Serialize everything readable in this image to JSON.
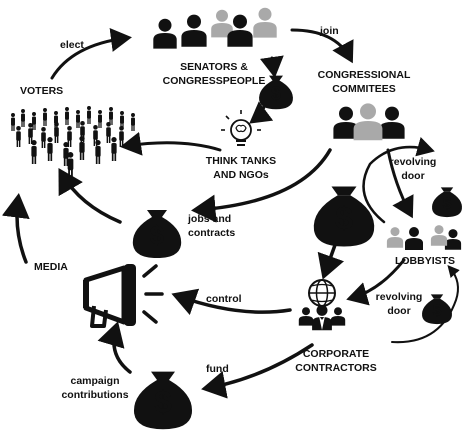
{
  "nodes": {
    "voters": "VOTERS",
    "senators_line1": "SENATORS &",
    "senators_line2": "CONGRESSPEOPLE",
    "committees_line1": "CONGRESSIONAL",
    "committees_line2": "COMMITEES",
    "think_tanks_line1": "THINK TANKS",
    "think_tanks_line2": "AND NGOs",
    "lobbyists": "LOBBYISTS",
    "media": "MEDIA",
    "contractors_line1": "CORPORATE",
    "contractors_line2": "CONTRACTORS"
  },
  "edges": {
    "elect": "elect",
    "join": "join",
    "revolving_door_top_1": "revolving",
    "revolving_door_top_2": "door",
    "revolving_door_bottom_1": "revolving",
    "revolving_door_bottom_2": "door",
    "jobs_1": "jobs and",
    "jobs_2": "contracts",
    "control": "control",
    "fund": "fund",
    "campaign_1": "campaign",
    "campaign_2": "contributions"
  },
  "symbols": {
    "money": "$"
  },
  "colors": {
    "ink": "#111111",
    "gray": "#a9a9a9",
    "background": "#ffffff"
  }
}
